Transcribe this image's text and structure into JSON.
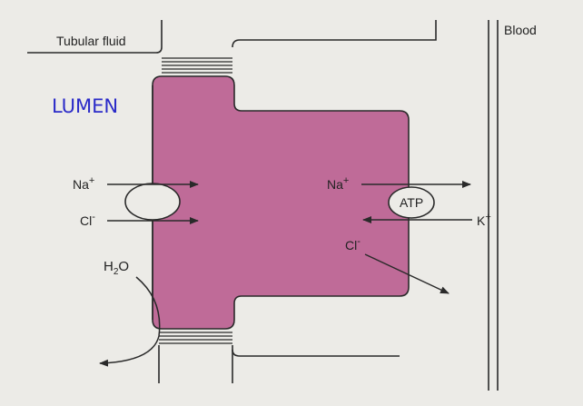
{
  "labels": {
    "tubular_fluid": "Tubular fluid",
    "blood": "Blood",
    "lumen": "LUMEN",
    "na_left": "Na",
    "na_left_sup": "+",
    "cl_left": "Cl",
    "cl_left_sup": "-",
    "h2o_h": "H",
    "h2o_sub": "2",
    "h2o_o": "O",
    "na_right": "Na",
    "na_right_sup": "+",
    "atp": "ATP",
    "k_right": "K",
    "k_right_sup": "+",
    "cl_right": "Cl",
    "cl_right_sup": "-"
  },
  "colors": {
    "cell_fill": "#bf6b98",
    "stroke": "#2a2a2a",
    "lumen_text": "#2b2bc8",
    "background": "#ecebe7"
  }
}
